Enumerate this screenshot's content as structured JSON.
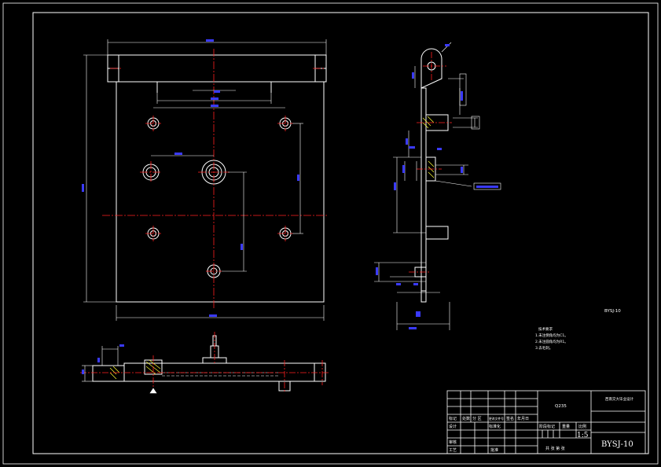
{
  "drawing": {
    "drawing_number": "BYSJ-10",
    "side_label": "BYSJ-10",
    "scale": "1:5",
    "material": "Q235",
    "part_name": "",
    "notes": {
      "title": "技术要求",
      "items": [
        "1.未注倒角均为C1。",
        "2.未注圆角均为R1。",
        "3.去毛刺。"
      ]
    },
    "title_block": {
      "labels": [
        "标记",
        "处数",
        "分 区",
        "更改文件号",
        "签名",
        "年月日"
      ],
      "design_label": "设计",
      "std_label": "标准化",
      "review_label": "审核",
      "craft_label": "工艺",
      "approve_label": "批准",
      "stage_label": "阶段标记",
      "weight_label": "重量",
      "scale_label": "比例",
      "sheet_label": "共  张  第  张",
      "school": "西南交大毕业设计",
      "institute": ""
    }
  },
  "colors": {
    "background": "#000000",
    "outline": "#ffffff",
    "centerline": "#ff2020",
    "dimension": "#3a3aff",
    "hatch": "#ffff33"
  }
}
